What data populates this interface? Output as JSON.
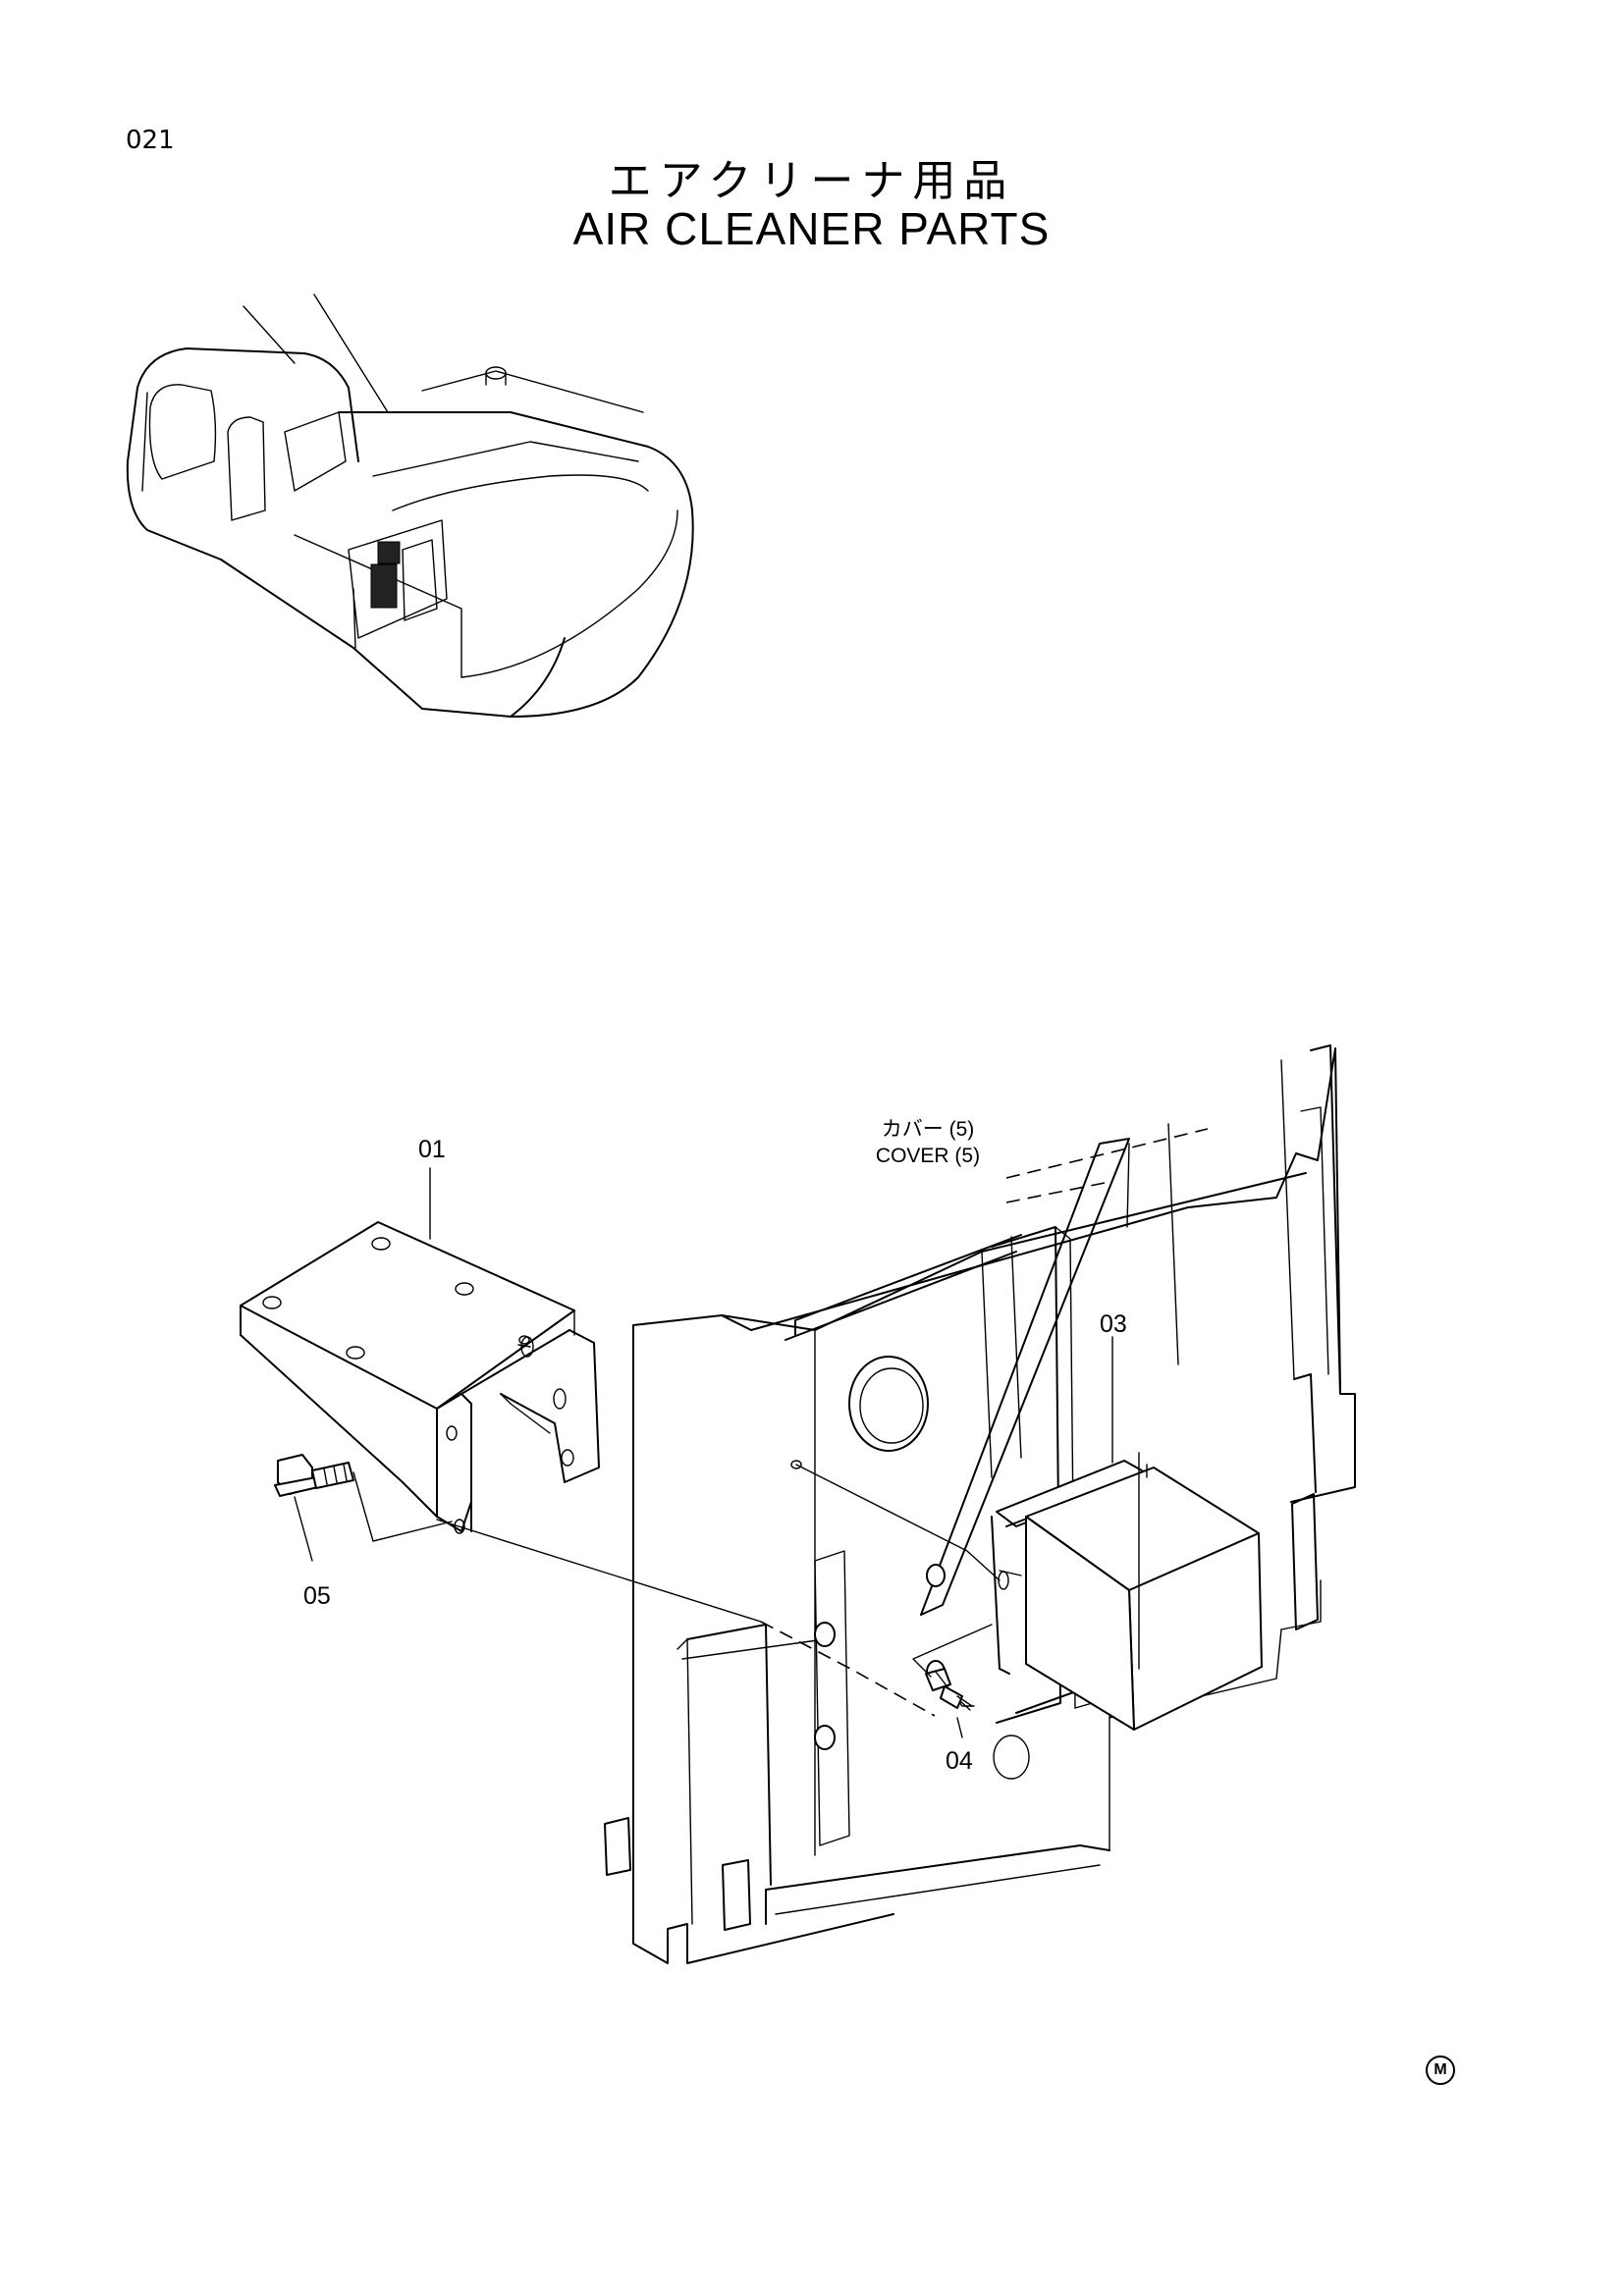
{
  "page_number": "021",
  "title_jp": "エアクリーナ用品",
  "title_en": "AIR CLEANER PARTS",
  "callouts": {
    "part_01": "01",
    "part_03": "03",
    "part_04": "04",
    "part_05": "05"
  },
  "cover_label": {
    "jp": "カバー (5)",
    "en": "COVER (5)"
  },
  "mark": "M"
}
